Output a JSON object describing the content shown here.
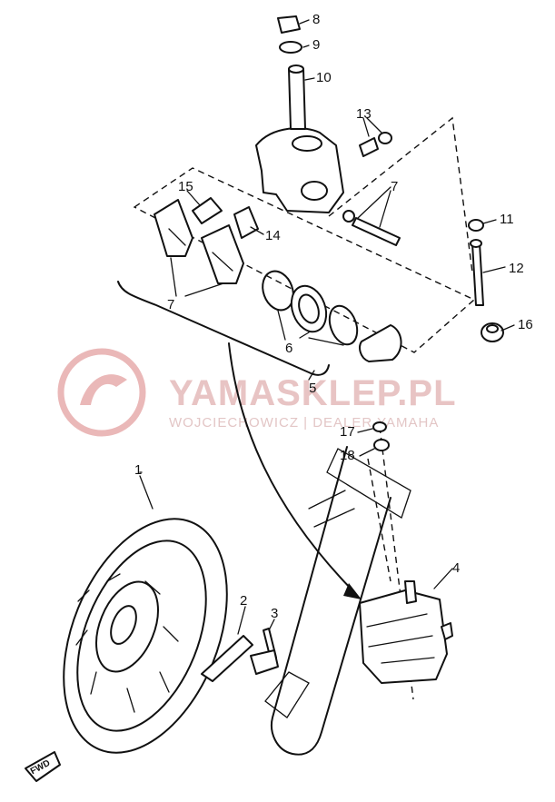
{
  "watermark": {
    "title": "YAMASKLEP.PL",
    "subtitle": "WOJCIECHOWICZ | DEALER YAMAHA",
    "color": "#e57373"
  },
  "fwd_label": "FWD",
  "callouts": [
    {
      "id": "c1",
      "label": "1"
    },
    {
      "id": "c2",
      "label": "2"
    },
    {
      "id": "c3",
      "label": "3"
    },
    {
      "id": "c4",
      "label": "4"
    },
    {
      "id": "c5",
      "label": "5"
    },
    {
      "id": "c6",
      "label": "6"
    },
    {
      "id": "c7a",
      "label": "7"
    },
    {
      "id": "c7b",
      "label": "7"
    },
    {
      "id": "c8",
      "label": "8"
    },
    {
      "id": "c9",
      "label": "9"
    },
    {
      "id": "c10",
      "label": "10"
    },
    {
      "id": "c11",
      "label": "11"
    },
    {
      "id": "c12",
      "label": "12"
    },
    {
      "id": "c13",
      "label": "13"
    },
    {
      "id": "c14",
      "label": "14"
    },
    {
      "id": "c15",
      "label": "15"
    },
    {
      "id": "c16",
      "label": "16"
    },
    {
      "id": "c17",
      "label": "17"
    },
    {
      "id": "c18",
      "label": "18"
    }
  ]
}
